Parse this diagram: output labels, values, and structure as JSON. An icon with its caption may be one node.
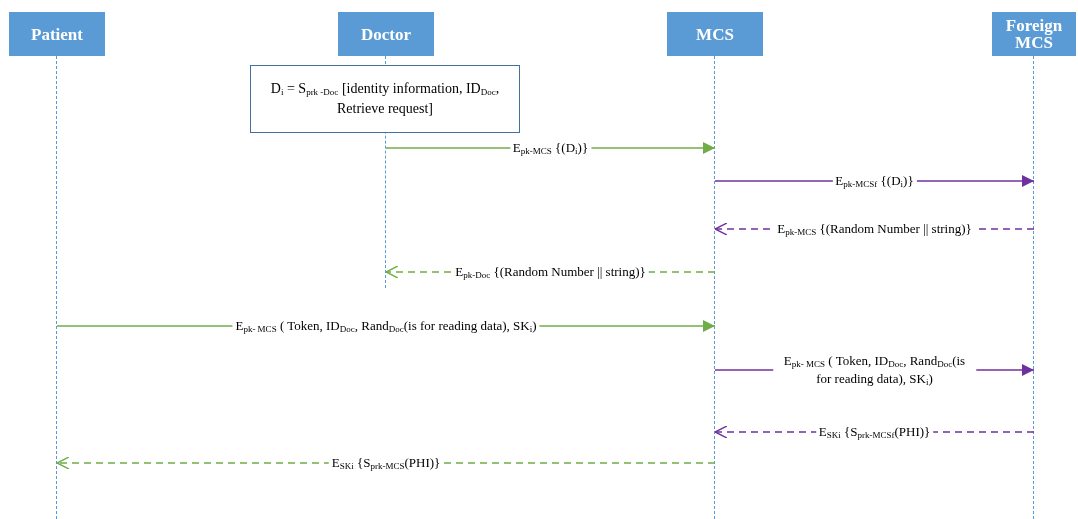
{
  "diagram": {
    "nodes": [
      {
        "text": [
          "Patient"
        ]
      },
      {
        "text": [
          "Doctor"
        ]
      },
      {
        "text": [
          "MCS"
        ]
      },
      {
        "text": [
          "Foreign MCS"
        ]
      },
      {
        "text": [
          "D$_{i}$ = S$_{prk -Doc}$ [identity information, ID$_{Doc}$, Retrieve request]"
        ]
      }
    ],
    "edges": [
      {
        "from": 1,
        "to": 2,
        "arrow": "to",
        "label": "E$_{pk-MCS}$ {(D$_{i}$)}",
        "color": "#70ad47"
      },
      {
        "from": 2,
        "to": 3,
        "arrow": "to",
        "label": "E$_{pk-MCSf}$ {(D$_{i}$)}",
        "color": "#7030a0"
      },
      {
        "from": 3,
        "to": 2,
        "arrow": "to",
        "label": "E$_{pk-MCS}$ {(Random Number || string)}",
        "style": "dashed",
        "color": "#7030a0"
      },
      {
        "from": 2,
        "to": 1,
        "arrow": "to",
        "label": "E$_{pk-Doc}$ {(Random Number || string)}",
        "style": "dashed",
        "color": "#70ad47"
      },
      {
        "from": 0,
        "to": 2,
        "arrow": "to",
        "label": "E$_{pk- MCS}$ ( Token, ID$_{Doc}$, Rand$_{Doc}$(is for reading data), SK$_{i}$)",
        "color": "#70ad47"
      },
      {
        "from": 2,
        "to": 3,
        "arrow": "to",
        "label": "E$_{pk- MCS}$ ( Token, ID$_{Doc}$, Rand$_{Doc}$(is for reading data), SK$_{i}$)",
        "color": "#7030a0"
      },
      {
        "from": 3,
        "to": 2,
        "arrow": "to",
        "label": "E$_{SKi}$ {S$_{prk-MCSf}$(PHI)}",
        "style": "dashed",
        "color": "#7030a0"
      },
      {
        "from": 2,
        "to": 0,
        "arrow": "to",
        "label": "E$_{SKi}$ {S$_{prk-MCS}$(PHI)}",
        "style": "dashed",
        "color": "#70ad47"
      }
    ]
  }
}
